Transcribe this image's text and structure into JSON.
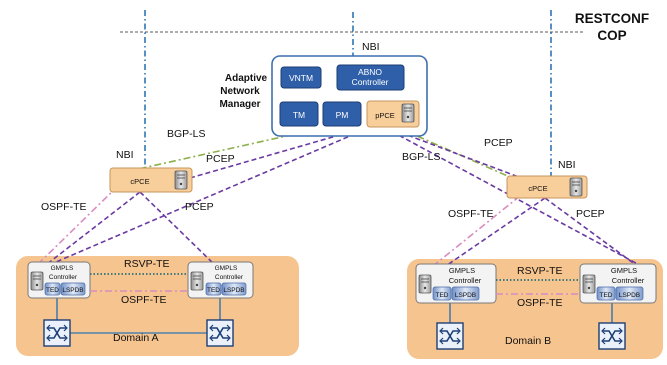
{
  "title": {
    "line1": "RESTCONF",
    "line2": "COP"
  },
  "anm": {
    "line1": "Adaptive",
    "line2": "Network",
    "line3": "Manager",
    "vntm": "VNTM",
    "abno_line1": "ABNO",
    "abno_line2": "Controller",
    "tm": "TM",
    "pm": "PM",
    "ppce": "pPCE"
  },
  "labels": {
    "nbi_top": "NBI",
    "nbi_left": "NBI",
    "nbi_right": "NBI",
    "bgpls_left": "BGP-LS",
    "bgpls_right": "BGP-LS",
    "pcep_left_upper": "PCEP",
    "pcep_left_lower": "PCEP",
    "pcep_right_upper": "PCEP",
    "pcep_right_lower": "PCEP",
    "ospfte_left": "OSPF-TE",
    "ospfte_right": "OSPF-TE",
    "rsvpte_a": "RSVP-TE",
    "ospfte_a": "OSPF-TE",
    "rsvpte_b": "RSVP-TE",
    "ospfte_b": "OSPF-TE"
  },
  "cpce": {
    "left": "cPCE",
    "right": "cPCE"
  },
  "controller": {
    "line1": "GMPLS",
    "line2": "Controller",
    "ted": "TED",
    "lspdb": "LSPDB"
  },
  "domains": {
    "a": "Domain A",
    "b": "Domain B"
  },
  "colors": {
    "blue_box": "#2e5fa8",
    "anm_border": "#3d6fb0",
    "orange_box": "#f8cf9a",
    "domain_bg": "#f6c48e",
    "pcep": "#6a3aa2",
    "bgpls": "#8db04a",
    "ospfte": "#d98cc0",
    "rsvpte": "#2a6f7a",
    "nbi": "#2e74b5"
  }
}
